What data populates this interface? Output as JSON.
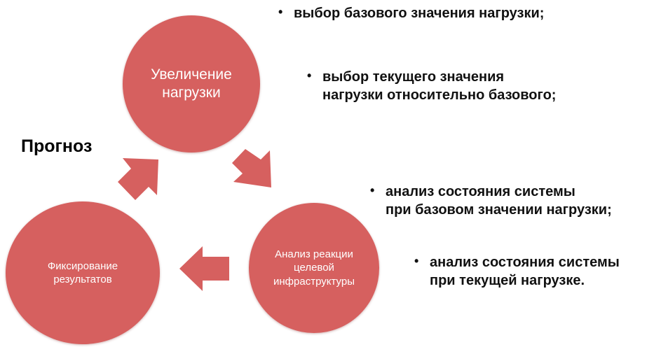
{
  "title": "Прогноз",
  "cycle": {
    "top": "Увеличение\nнагрузки",
    "right": "Анализ реакции\nцелевой\nинфраструктуры",
    "left": "Фиксирование\nрезультатов"
  },
  "bullets": [
    {
      "lines": [
        "выбор базового значения нагрузки;"
      ]
    },
    {
      "lines": [
        "выбор текущего значения",
        "нагрузки относительно базового;"
      ]
    },
    {
      "lines": [
        "анализ состояния системы",
        "при базовом значении нагрузки;"
      ]
    },
    {
      "lines": [
        "анализ состояния системы",
        "при текущей нагрузке."
      ]
    }
  ],
  "bullet_marker": "•",
  "colors": {
    "circle": "#d6605f",
    "arrow": "#d6605f",
    "text": "#111111"
  }
}
